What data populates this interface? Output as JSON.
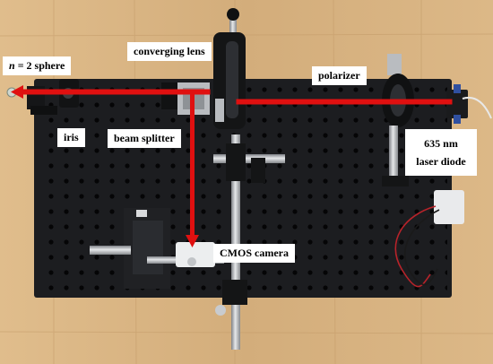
{
  "labels": {
    "sphere": {
      "n": "n",
      "rest": " = 2 sphere"
    },
    "converging_lens": "converging lens",
    "polarizer": "polarizer",
    "iris": "iris",
    "beam_splitter": "beam splitter",
    "laser_line1": "635 nm",
    "laser_line2": "laser diode",
    "cmos_camera": "CMOS camera"
  },
  "colors": {
    "wood": "#d9b585",
    "breadboard": "#1c1d20",
    "hole": "#0a0a0b",
    "beam": "#e01010",
    "metal": "#b9bcc0",
    "dark_mount": "#151618",
    "label_bg": "#ffffff"
  }
}
